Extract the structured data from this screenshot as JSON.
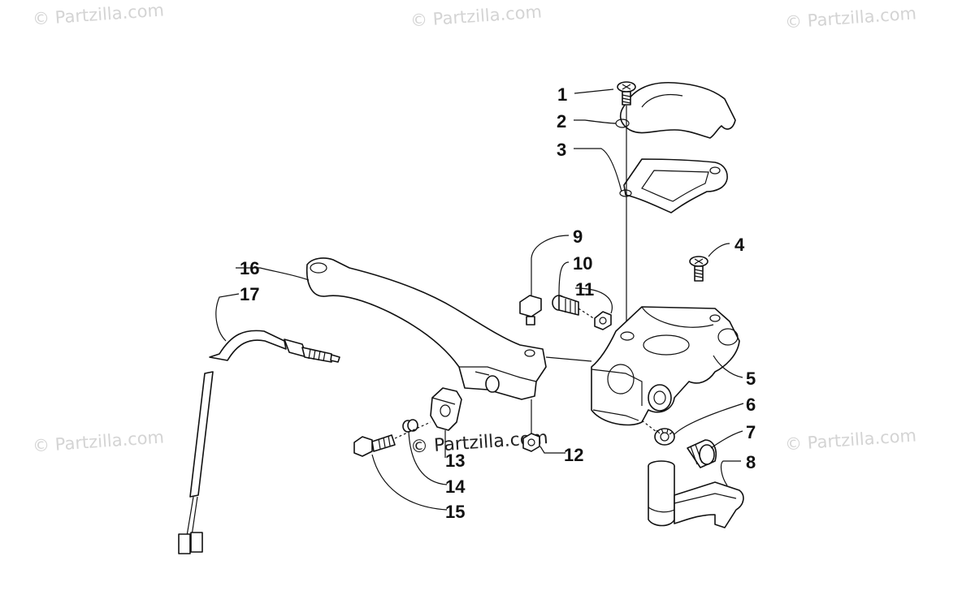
{
  "watermarks": {
    "top_left": "© Partzilla.com",
    "top_center": "© Partzilla.com",
    "top_right": "© Partzilla.com",
    "mid_left": "© Partzilla.com",
    "mid_right": "© Partzilla.com",
    "center": "© Partzilla.com"
  },
  "callouts": [
    "1",
    "2",
    "3",
    "4",
    "5",
    "6",
    "7",
    "8",
    "9",
    "10",
    "11",
    "12",
    "13",
    "14",
    "15",
    "16",
    "17"
  ]
}
